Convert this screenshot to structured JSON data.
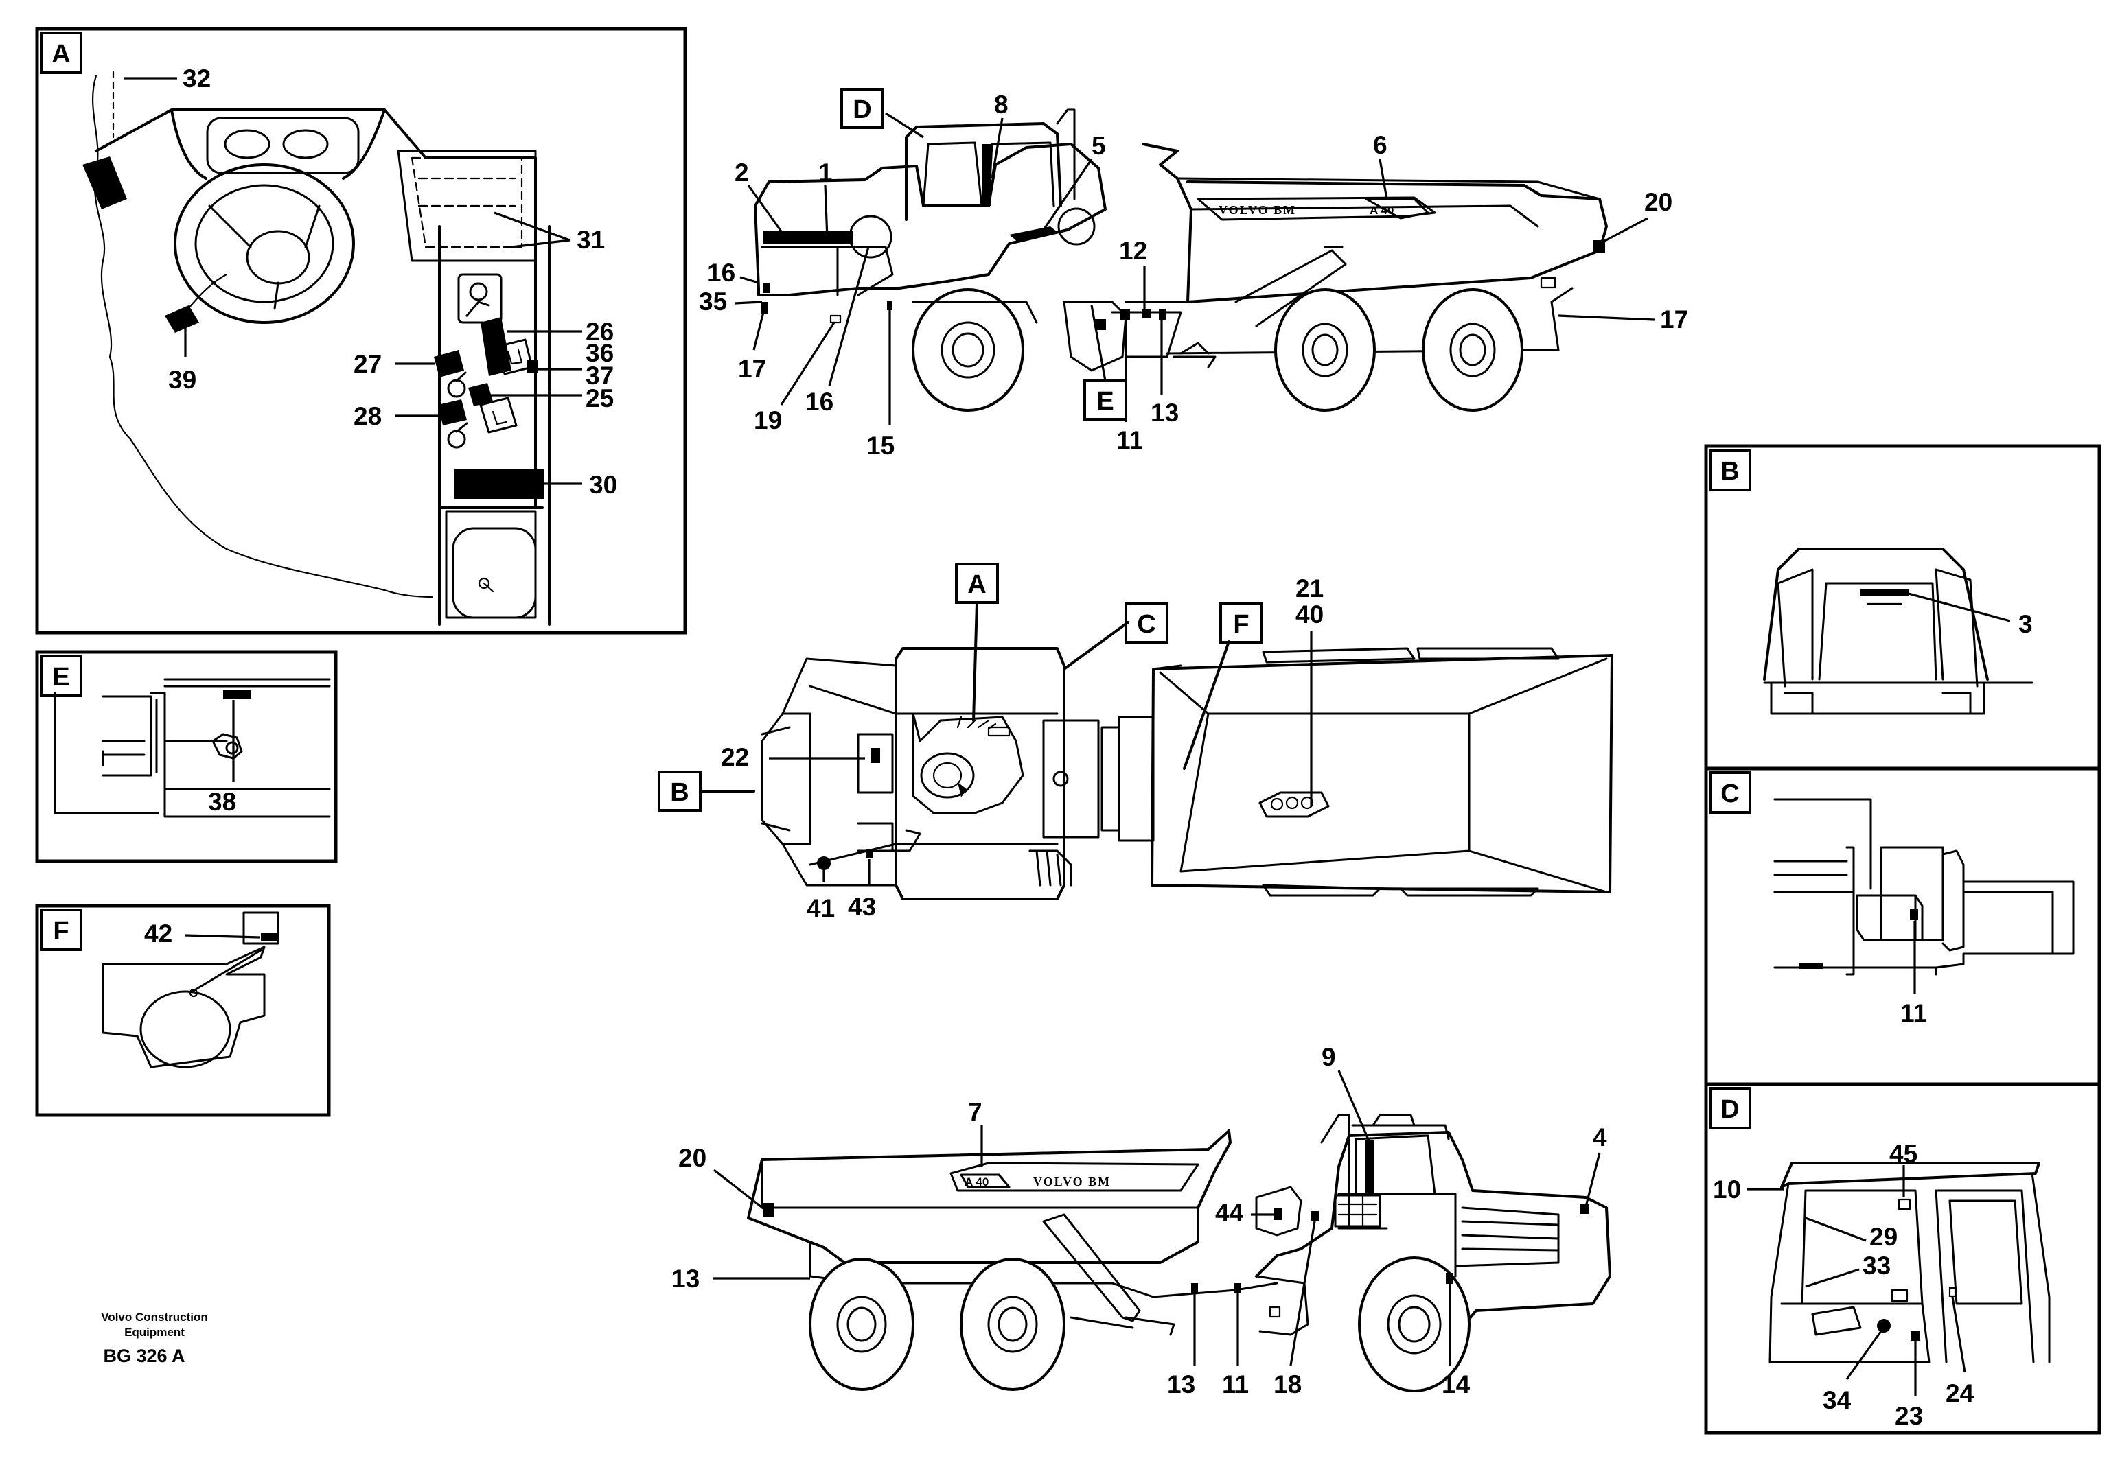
{
  "panels": {
    "A": "A",
    "B": "B",
    "C": "C",
    "D": "D",
    "E": "E",
    "F": "F"
  },
  "callouts": {
    "c1": "1",
    "c2": "2",
    "c3": "3",
    "c4": "4",
    "c5": "5",
    "c6": "6",
    "c7": "7",
    "c8": "8",
    "c9": "9",
    "c10": "10",
    "c11": "11",
    "c12": "12",
    "c13": "13",
    "c14": "14",
    "c15": "15",
    "c16": "16",
    "c17": "17",
    "c18": "18",
    "c19": "19",
    "c20": "20",
    "c21": "21",
    "c22": "22",
    "c23": "23",
    "c24": "24",
    "c25": "25",
    "c26": "26",
    "c27": "27",
    "c28": "28",
    "c29": "29",
    "c30": "30",
    "c31": "31",
    "c32": "32",
    "c33": "33",
    "c34": "34",
    "c35": "35",
    "c36": "36",
    "c37": "37",
    "c38": "38",
    "c39": "39",
    "c40": "40",
    "c41": "41",
    "c42": "42",
    "c43": "43",
    "c44": "44",
    "c45": "45"
  },
  "decals": {
    "brand": "VOLVO BM",
    "model": "A 40"
  },
  "credit": {
    "line1": "Volvo Construction",
    "line2": "Equipment",
    "code": "BG 326 A"
  }
}
